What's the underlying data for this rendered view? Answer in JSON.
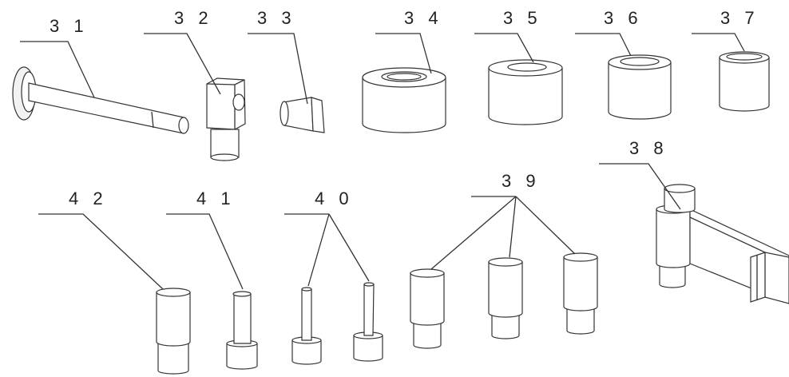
{
  "callouts": [
    {
      "id": "c31",
      "label": "3 1"
    },
    {
      "id": "c32",
      "label": "3 2"
    },
    {
      "id": "c33",
      "label": "3 3"
    },
    {
      "id": "c34",
      "label": "3 4"
    },
    {
      "id": "c35",
      "label": "3 5"
    },
    {
      "id": "c36",
      "label": "3 6"
    },
    {
      "id": "c37",
      "label": "3 7"
    },
    {
      "id": "c38",
      "label": "3 8"
    },
    {
      "id": "c39",
      "label": "3 9"
    },
    {
      "id": "c40",
      "label": "4 0"
    },
    {
      "id": "c41",
      "label": "4 1"
    },
    {
      "id": "c42",
      "label": "4 2"
    }
  ]
}
